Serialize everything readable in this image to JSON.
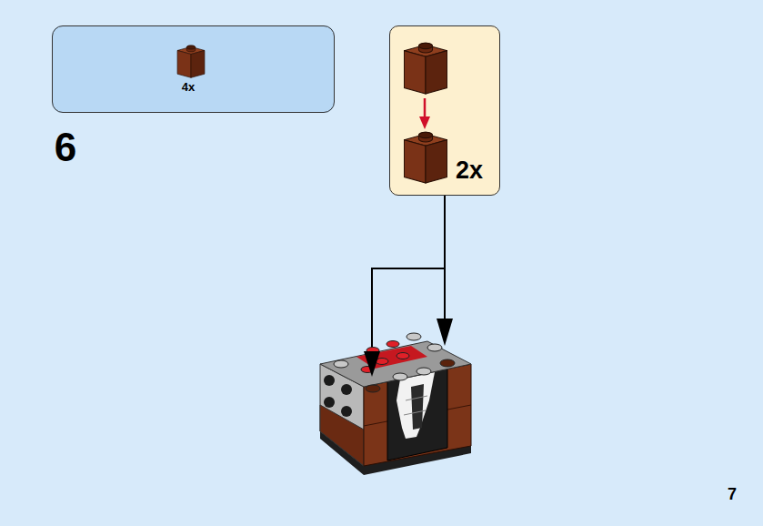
{
  "diagram": {
    "nodes": [
      {
        "text": [
          "4x"
        ]
      },
      {
        "text": [
          "2x"
        ]
      }
    ],
    "edges": [],
    "labels": [
      "6",
      "7"
    ]
  }
}
